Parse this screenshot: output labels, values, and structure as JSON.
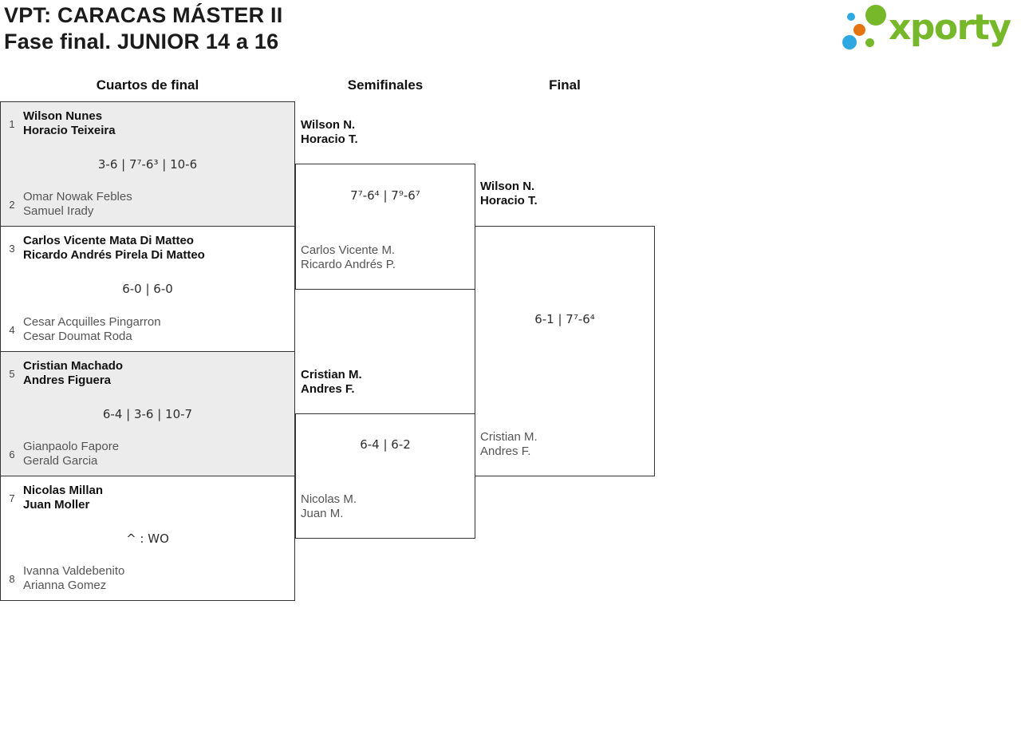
{
  "header": {
    "title_line1": "VPT: CARACAS MÁSTER II",
    "title_line2": "Fase final. JUNIOR 14 a 16",
    "logo_text": "xporty",
    "logo_colors": {
      "green": "#76B82A",
      "blue": "#2FA8E1",
      "orange": "#E57410"
    }
  },
  "columns": [
    {
      "label": "Cuartos de final"
    },
    {
      "label": "Semifinales"
    },
    {
      "label": "Final"
    }
  ],
  "bracket": {
    "line_color": "#333333",
    "shaded_bg": "#ececec",
    "quarterfinals": [
      {
        "seed_top": "1",
        "team_top": [
          "Wilson Nunes",
          "Horacio Teixeira"
        ],
        "score": "3-6 | 7⁷-6³ | 10-6",
        "seed_bottom": "2",
        "team_bottom": [
          "Omar Nowak Febles",
          "Samuel Irady"
        ]
      },
      {
        "seed_top": "3",
        "team_top": [
          "Carlos Vicente Mata Di Matteo",
          "Ricardo Andrés Pirela Di Matteo"
        ],
        "score": "6-0 | 6-0",
        "seed_bottom": "4",
        "team_bottom": [
          "Cesar Acquilles Pingarron",
          "Cesar Doumat Roda"
        ]
      },
      {
        "seed_top": "5",
        "team_top": [
          "Cristian Machado",
          "Andres Figuera"
        ],
        "score": "6-4 | 3-6 | 10-7",
        "seed_bottom": "6",
        "team_bottom": [
          "Gianpaolo Fapore",
          "Gerald Garcia"
        ]
      },
      {
        "seed_top": "7",
        "team_top": [
          "Nicolas Millan",
          "Juan Moller"
        ],
        "score": "^ : WO",
        "seed_bottom": "8",
        "team_bottom": [
          "Ivanna Valdebenito",
          "Arianna Gomez"
        ]
      }
    ],
    "semifinals": [
      {
        "team_top": [
          "Wilson N.",
          "Horacio T."
        ],
        "score": "7⁷-6⁴ | 7⁹-6⁷",
        "team_bottom": [
          "Carlos Vicente M.",
          "Ricardo Andrés P."
        ]
      },
      {
        "team_top": [
          "Cristian M.",
          "Andres F."
        ],
        "score": "6-4 | 6-2",
        "team_bottom": [
          "Nicolas M.",
          "Juan M."
        ]
      }
    ],
    "final": {
      "team_top": [
        "Wilson N.",
        "Horacio T."
      ],
      "score": "6-1 | 7⁷-6⁴",
      "team_bottom": [
        "Cristian M.",
        "Andres F."
      ]
    }
  }
}
